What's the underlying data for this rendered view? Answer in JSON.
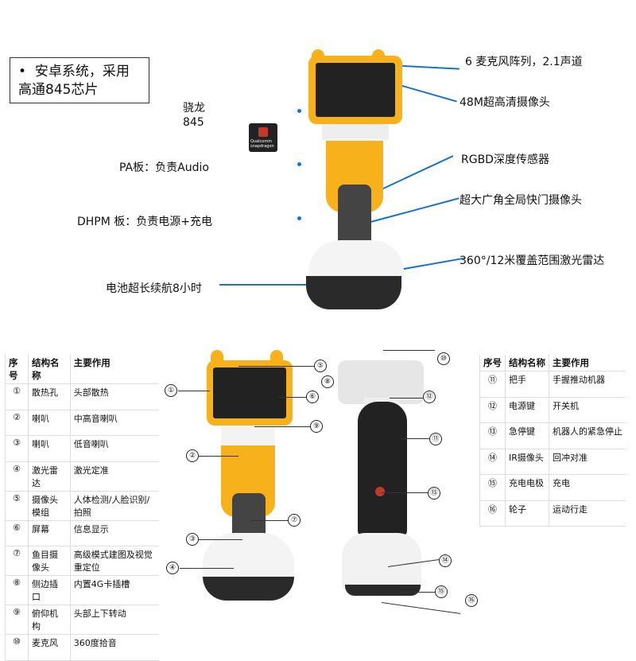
{
  "top_box": {
    "bullet": "•",
    "text": "安卓系统，采用高通845芯片"
  },
  "left_labels": [
    "骁龙\n845",
    "PA板：负责Audio",
    "DHPM 板：负责电源+充电",
    "电池超长续航8小时"
  ],
  "right_labels": [
    "6 麦克风阵列，2.1声道",
    "48M超高清摄像头",
    "RGBD深度传感器",
    "超大广角全局快门摄像头",
    "360°/12米覆盖范围激光雷达"
  ],
  "chip": {
    "text": "Qualcomm snapdragon"
  },
  "accent": "#1a73c9",
  "robot_color": "#f7b21b",
  "table_headers": [
    "序号",
    "结构名称",
    "主要作用"
  ],
  "table_left": [
    [
      "①",
      "散热孔",
      "头部散热"
    ],
    [
      "②",
      "喇叭",
      "中高音喇叭"
    ],
    [
      "③",
      "喇叭",
      "低音喇叭"
    ],
    [
      "④",
      "激光雷达",
      "激光定准"
    ],
    [
      "⑤",
      "摄像头模组",
      "人体检测/人脸识别/拍照"
    ],
    [
      "⑥",
      "屏幕",
      "信息显示"
    ],
    [
      "⑦",
      "鱼目摄像头",
      "高级模式建图及视觉重定位"
    ],
    [
      "⑧",
      "侧边插口",
      "内置4G卡插槽"
    ],
    [
      "⑨",
      "俯仰机构",
      "头部上下转动"
    ],
    [
      "⑩",
      "麦克风",
      "360度拾音"
    ]
  ],
  "table_right": [
    [
      "⑪",
      "把手",
      "手握推动机器"
    ],
    [
      "⑫",
      "电源键",
      "开关机"
    ],
    [
      "⑬",
      "急停键",
      "机器人的紧急停止"
    ],
    [
      "⑭",
      "IR摄像头",
      "回冲对准"
    ],
    [
      "⑮",
      "充电电极",
      "充电"
    ],
    [
      "⑯",
      "轮子",
      "运动行走"
    ]
  ],
  "callouts_front": [
    "①",
    "②",
    "③",
    "④",
    "⑤",
    "⑥",
    "⑦",
    "⑧",
    "⑨"
  ],
  "callouts_back": [
    "⑩",
    "⑪",
    "⑫",
    "⑬",
    "⑭",
    "⑮",
    "⑯"
  ]
}
